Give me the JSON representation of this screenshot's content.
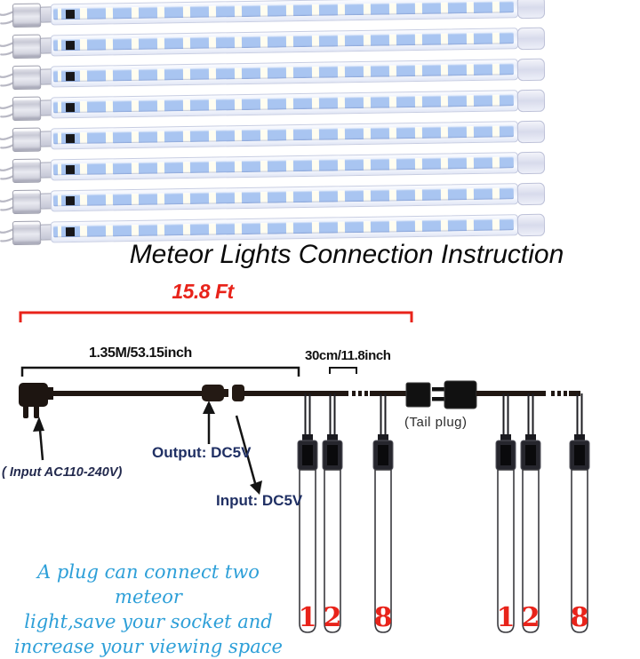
{
  "title": "Meteor Lights Connection Instruction",
  "dimensions": {
    "total": "15.8 Ft",
    "adapter_cable": "1.35M/53.15inch",
    "tube_spacing": "30cm/11.8inch"
  },
  "diagram_labels": {
    "ac_input": "( Input AC110-240V)",
    "dc_output": "Output: DC5V",
    "dc_input": "Input: DC5V",
    "tail_plug": "(Tail plug)"
  },
  "tube_numbers": [
    "1",
    "2",
    "8",
    "1",
    "2",
    "8"
  ],
  "note_lines": [
    "A plug can connect two meteor",
    "light,save your socket and",
    "increase your viewing space"
  ],
  "led_strip": {
    "count": 8
  },
  "colors": {
    "accent_red": "#e8231a",
    "label_navy": "#203064",
    "note_blue": "#2d9fd8",
    "strip_blue": "#a9c5f1"
  }
}
